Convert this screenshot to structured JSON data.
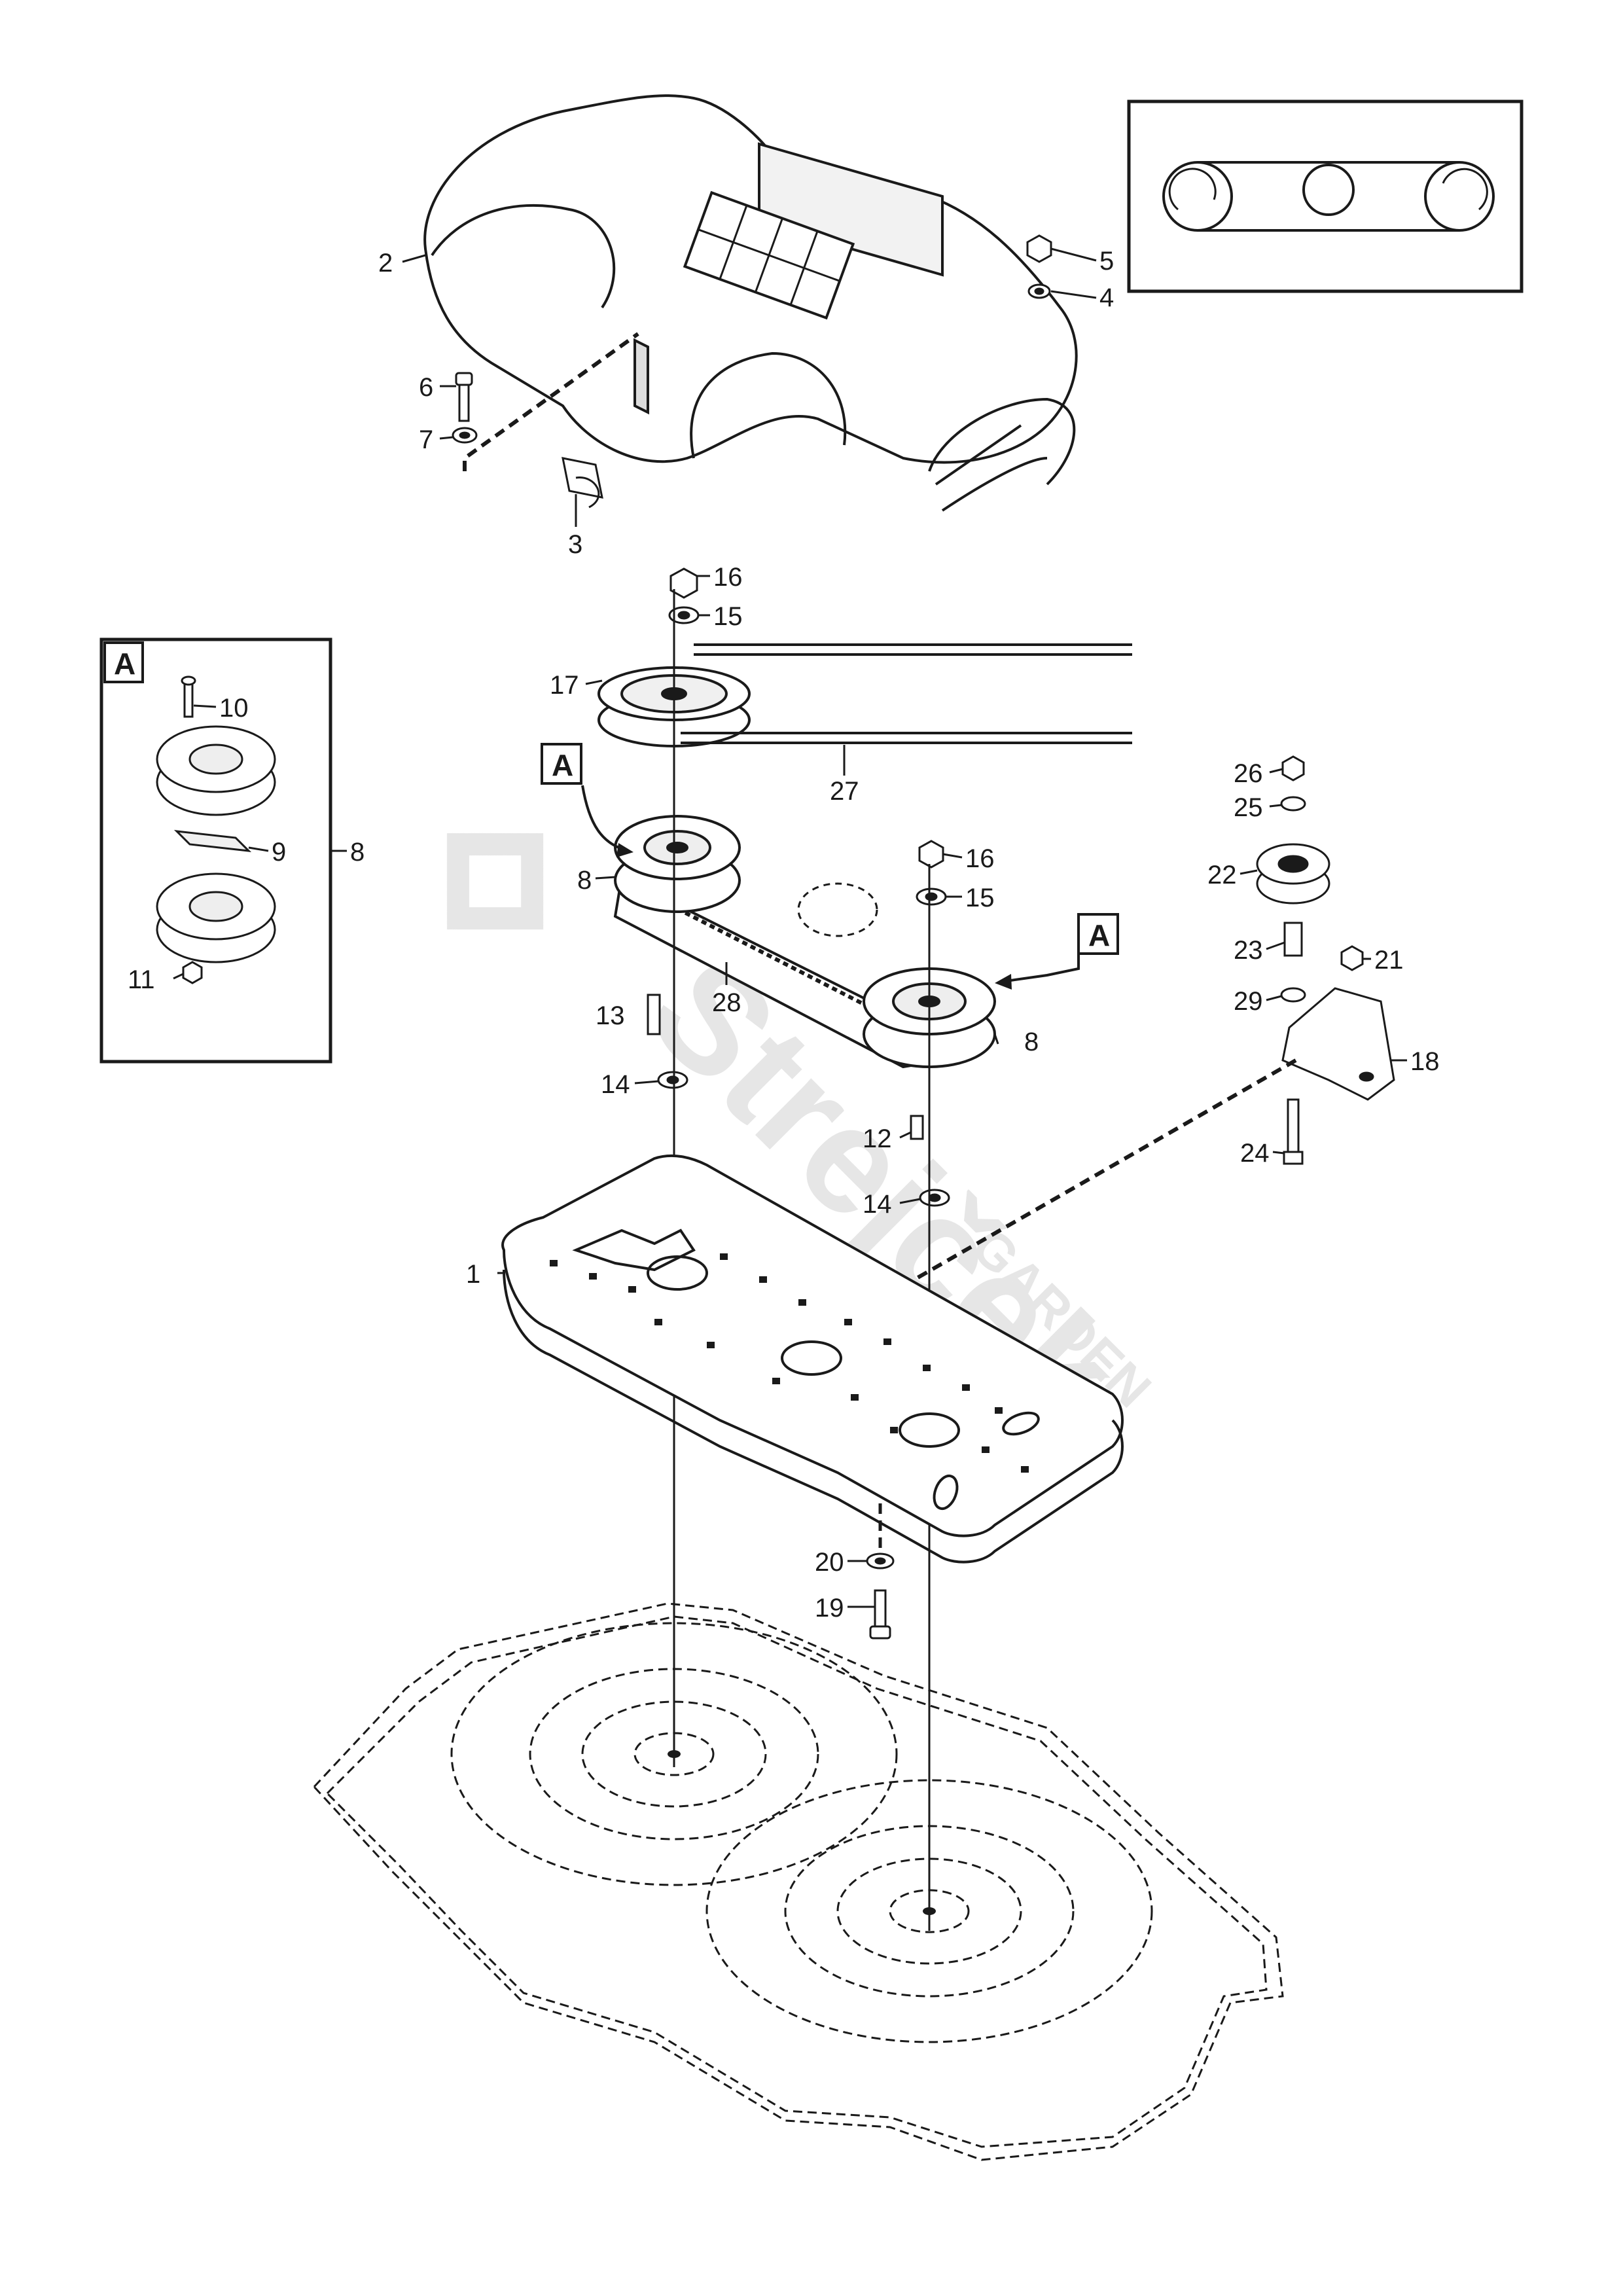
{
  "inset_box_label": "A",
  "callout_a_label_left": "A",
  "callout_a_label_right": "A",
  "watermark": {
    "brand": "Strejček",
    "sub": "GARDEN"
  },
  "parts": {
    "p1": "1",
    "p2": "2",
    "p3": "3",
    "p4": "4",
    "p5": "5",
    "p6": "6",
    "p7": "7",
    "p8_inset": "8",
    "p8_left": "8",
    "p8_right": "8",
    "p9": "9",
    "p10": "10",
    "p11": "11",
    "p12": "12",
    "p13": "13",
    "p14_left": "14",
    "p14_right": "14",
    "p15_left": "15",
    "p15_right": "15",
    "p16_left": "16",
    "p16_right": "16",
    "p17": "17",
    "p18": "18",
    "p19": "19",
    "p20": "20",
    "p21": "21",
    "p22": "22",
    "p23": "23",
    "p24": "24",
    "p25": "25",
    "p26": "26",
    "p27": "27",
    "p28": "28",
    "p29": "29"
  }
}
